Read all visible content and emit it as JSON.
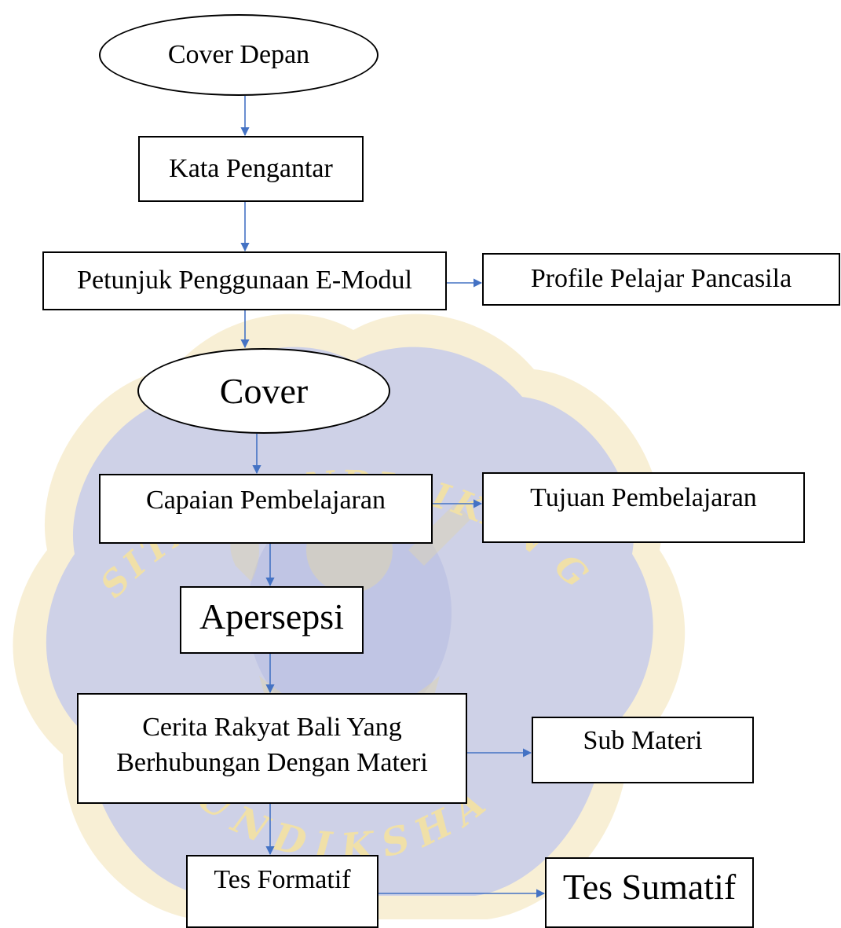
{
  "nodes": {
    "cover_depan": "Cover Depan",
    "kata_pengantar": "Kata Pengantar",
    "petunjuk": "Petunjuk Penggunaan E-Modul",
    "profile": "Profile Pelajar Pancasila",
    "cover": "Cover",
    "capaian": "Capaian Pembelajaran",
    "tujuan": "Tujuan Pembelajaran",
    "apersepsi": "Apersepsi",
    "cerita_line1": "Cerita Rakyat Bali Yang",
    "cerita_line2": "Berhubungan Dengan Materi",
    "sub_materi": "Sub Materi",
    "tes_formatif": "Tes Formatif",
    "tes_sumatif": "Tes Sumatif"
  },
  "watermark": {
    "text_top": "UNIVERSITAS PENDIDIKAN GANESHA",
    "text_bottom": "UNDIKSHA"
  },
  "colors": {
    "arrow": "#4472C4",
    "border": "#000000",
    "watermark_fill": "#C9CDE9",
    "watermark_ring": "#F3E1B3",
    "watermark_text": "#F0E0A8"
  }
}
